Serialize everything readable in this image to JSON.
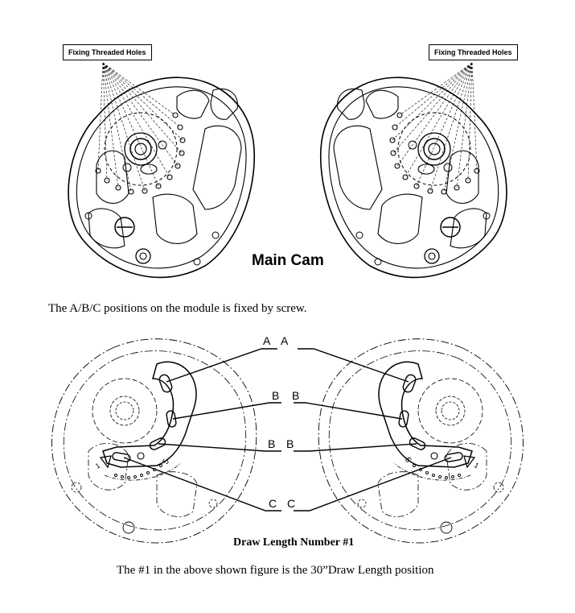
{
  "top_figure": {
    "left_label": "Fixing Threaded Holes",
    "right_label": "Fixing Threaded Holes",
    "title": "Main Cam"
  },
  "caption_1": "The A/B/C positions on the module is fixed by screw.",
  "bottom_figure": {
    "letters_left": [
      "A",
      "B",
      "B",
      "C"
    ],
    "letters_right": [
      "A",
      "B",
      "B",
      "C"
    ],
    "scale_digit": "5",
    "scale_start": "1",
    "title": "Draw Length Number #1"
  },
  "caption_2": "The #1 in the above shown figure is the 30”Draw Length position"
}
